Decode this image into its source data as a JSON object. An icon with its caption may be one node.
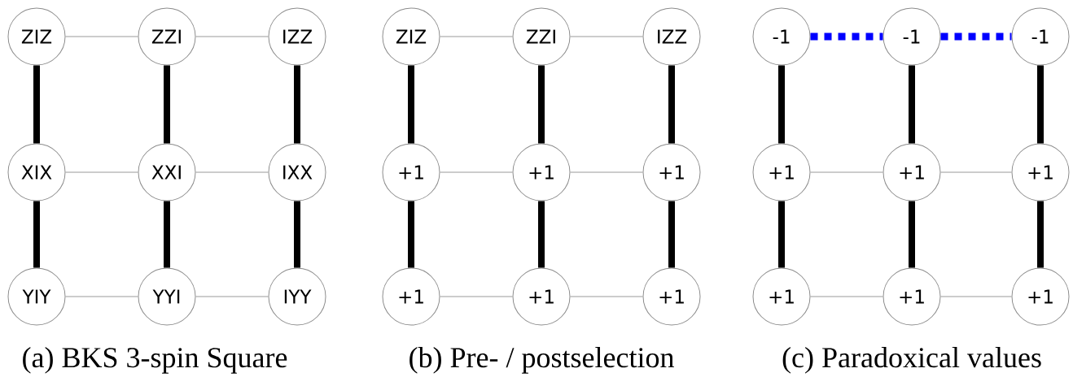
{
  "diagram": {
    "nodes": [
      {
        "text": [
          "ZIZ"
        ]
      },
      {
        "text": [
          "ZZI"
        ]
      },
      {
        "text": [
          "IZZ"
        ]
      },
      {
        "text": [
          "XIX"
        ]
      },
      {
        "text": [
          "XXI"
        ]
      },
      {
        "text": [
          "IXX"
        ]
      },
      {
        "text": [
          "YIY"
        ]
      },
      {
        "text": [
          "YYI"
        ]
      },
      {
        "text": [
          "IYY"
        ]
      },
      {
        "text": [
          "ZIZ"
        ]
      },
      {
        "text": [
          "ZZI"
        ]
      },
      {
        "text": [
          "IZZ"
        ]
      },
      {
        "text": [
          "+1"
        ]
      },
      {
        "text": [
          "+1"
        ]
      },
      {
        "text": [
          "+1"
        ]
      },
      {
        "text": [
          "+1"
        ]
      },
      {
        "text": [
          "+1"
        ]
      },
      {
        "text": [
          "+1"
        ]
      },
      {
        "text": [
          "-1"
        ]
      },
      {
        "text": [
          "-1"
        ]
      },
      {
        "text": [
          "-1"
        ]
      },
      {
        "text": [
          "+1"
        ]
      },
      {
        "text": [
          "+1"
        ]
      },
      {
        "text": [
          "+1"
        ]
      },
      {
        "text": [
          "+1"
        ]
      },
      {
        "text": [
          "+1"
        ]
      },
      {
        "text": [
          "+1"
        ]
      }
    ],
    "edges": [
      {
        "from": 0,
        "to": 1,
        "arrow": "none",
        "color": "#999999"
      },
      {
        "from": 1,
        "to": 2,
        "arrow": "none",
        "color": "#999999"
      },
      {
        "from": 3,
        "to": 4,
        "arrow": "none",
        "color": "#999999"
      },
      {
        "from": 4,
        "to": 5,
        "arrow": "none",
        "color": "#999999"
      },
      {
        "from": 6,
        "to": 7,
        "arrow": "none",
        "color": "#999999"
      },
      {
        "from": 7,
        "to": 8,
        "arrow": "none",
        "color": "#999999"
      },
      {
        "from": 0,
        "to": 3,
        "arrow": "none"
      },
      {
        "from": 3,
        "to": 6,
        "arrow": "none"
      },
      {
        "from": 1,
        "to": 4,
        "arrow": "none"
      },
      {
        "from": 4,
        "to": 7,
        "arrow": "none"
      },
      {
        "from": 2,
        "to": 5,
        "arrow": "none"
      },
      {
        "from": 5,
        "to": 8,
        "arrow": "none"
      },
      {
        "from": 9,
        "to": 10,
        "arrow": "none",
        "color": "#999999"
      },
      {
        "from": 10,
        "to": 11,
        "arrow": "none",
        "color": "#999999"
      },
      {
        "from": 12,
        "to": 13,
        "arrow": "none",
        "color": "#999999"
      },
      {
        "from": 13,
        "to": 14,
        "arrow": "none",
        "color": "#999999"
      },
      {
        "from": 15,
        "to": 16,
        "arrow": "none",
        "color": "#999999"
      },
      {
        "from": 16,
        "to": 17,
        "arrow": "none",
        "color": "#999999"
      },
      {
        "from": 9,
        "to": 12,
        "arrow": "none"
      },
      {
        "from": 12,
        "to": 15,
        "arrow": "none"
      },
      {
        "from": 10,
        "to": 13,
        "arrow": "none"
      },
      {
        "from": 13,
        "to": 16,
        "arrow": "none"
      },
      {
        "from": 11,
        "to": 14,
        "arrow": "none"
      },
      {
        "from": 14,
        "to": 17,
        "arrow": "none"
      },
      {
        "from": 18,
        "to": 19,
        "arrow": "none",
        "style": "dashed",
        "color": "#0000ff"
      },
      {
        "from": 19,
        "to": 20,
        "arrow": "none",
        "style": "dashed",
        "color": "#0000ff"
      },
      {
        "from": 21,
        "to": 22,
        "arrow": "none",
        "color": "#999999"
      },
      {
        "from": 22,
        "to": 23,
        "arrow": "none",
        "color": "#999999"
      },
      {
        "from": 24,
        "to": 25,
        "arrow": "none",
        "color": "#999999"
      },
      {
        "from": 25,
        "to": 26,
        "arrow": "none",
        "color": "#999999"
      },
      {
        "from": 18,
        "to": 21,
        "arrow": "none"
      },
      {
        "from": 21,
        "to": 24,
        "arrow": "none"
      },
      {
        "from": 19,
        "to": 22,
        "arrow": "none"
      },
      {
        "from": 22,
        "to": 25,
        "arrow": "none"
      },
      {
        "from": 20,
        "to": 23,
        "arrow": "none"
      },
      {
        "from": 23,
        "to": 26,
        "arrow": "none"
      }
    ],
    "labels": [
      "(a) BKS 3-spin Square",
      "(b) Pre- / postselection",
      "(c) Paradoxical values"
    ]
  }
}
